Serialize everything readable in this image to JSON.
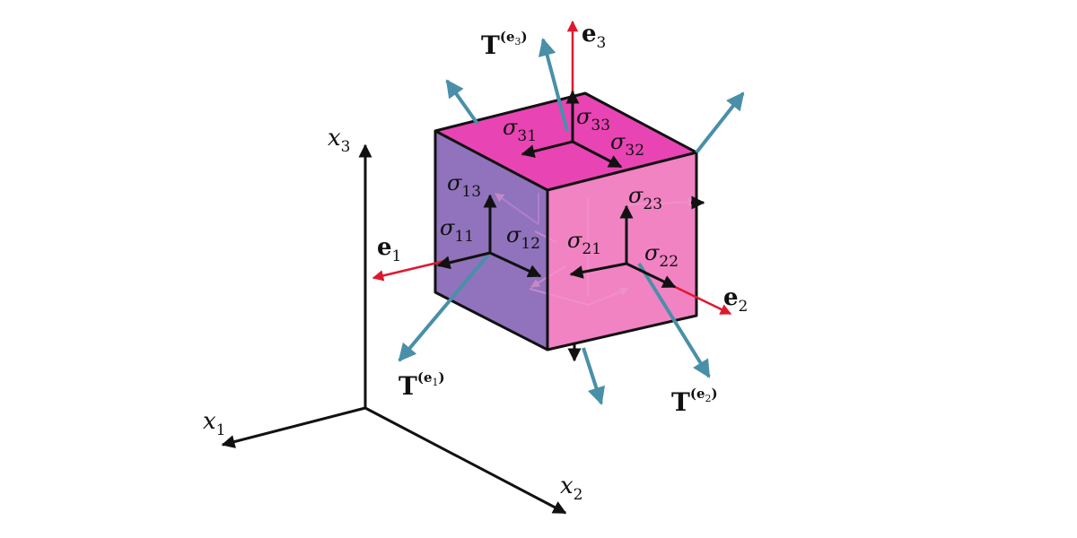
{
  "axes": {
    "x1": {
      "main": "x",
      "sub": "1"
    },
    "x2": {
      "main": "x",
      "sub": "2"
    },
    "x3": {
      "main": "x",
      "sub": "3"
    }
  },
  "normals": {
    "e1": {
      "main": "e",
      "sub": "1"
    },
    "e2": {
      "main": "e",
      "sub": "2"
    },
    "e3": {
      "main": "e",
      "sub": "3"
    }
  },
  "tractions": {
    "t1": {
      "main": "T",
      "open": "(",
      "base": "e",
      "sub": "1",
      "close": ")"
    },
    "t2": {
      "main": "T",
      "open": "(",
      "base": "e",
      "sub": "2",
      "close": ")"
    },
    "t3": {
      "main": "T",
      "open": "(",
      "base": "e",
      "sub": "3",
      "close": ")"
    }
  },
  "stresses": {
    "s11": {
      "main": "σ",
      "sub": "11"
    },
    "s12": {
      "main": "σ",
      "sub": "12"
    },
    "s13": {
      "main": "σ",
      "sub": "13"
    },
    "s21": {
      "main": "σ",
      "sub": "21"
    },
    "s22": {
      "main": "σ",
      "sub": "22"
    },
    "s23": {
      "main": "σ",
      "sub": "23"
    },
    "s31": {
      "main": "σ",
      "sub": "31"
    },
    "s32": {
      "main": "σ",
      "sub": "32"
    },
    "s33": {
      "main": "σ",
      "sub": "33"
    }
  },
  "colors": {
    "top_face": "#e83ab0",
    "right_face": "#f07cc0",
    "left_face": "#8a6bb8",
    "edge": "#111111",
    "traction_arrow": "#4a8fa8",
    "normal_arrow": "#e0182e",
    "stress_arrow": "#111111"
  }
}
